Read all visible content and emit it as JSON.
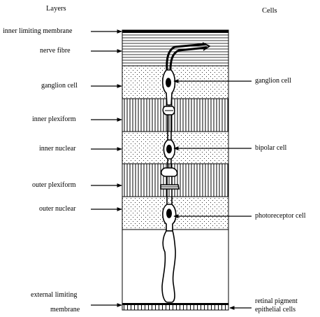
{
  "headers": {
    "layers": "Layers",
    "cells": "Cells"
  },
  "layers": [
    {
      "label": "inner limiting membrane"
    },
    {
      "label": "nerve fibre"
    },
    {
      "label": "ganglion cell"
    },
    {
      "label": "inner plexiform"
    },
    {
      "label": "inner  nuclear"
    },
    {
      "label": "outer plexiform"
    },
    {
      "label": "outer nuclear"
    },
    {
      "label": "external limiting"
    },
    {
      "label": "membrane"
    }
  ],
  "cells": [
    {
      "label": "ganglion cell"
    },
    {
      "label": "bipolar cell"
    },
    {
      "label": "photoreceptor cell"
    },
    {
      "label": "retinal pigment"
    },
    {
      "label": "epithelial cells"
    }
  ]
}
